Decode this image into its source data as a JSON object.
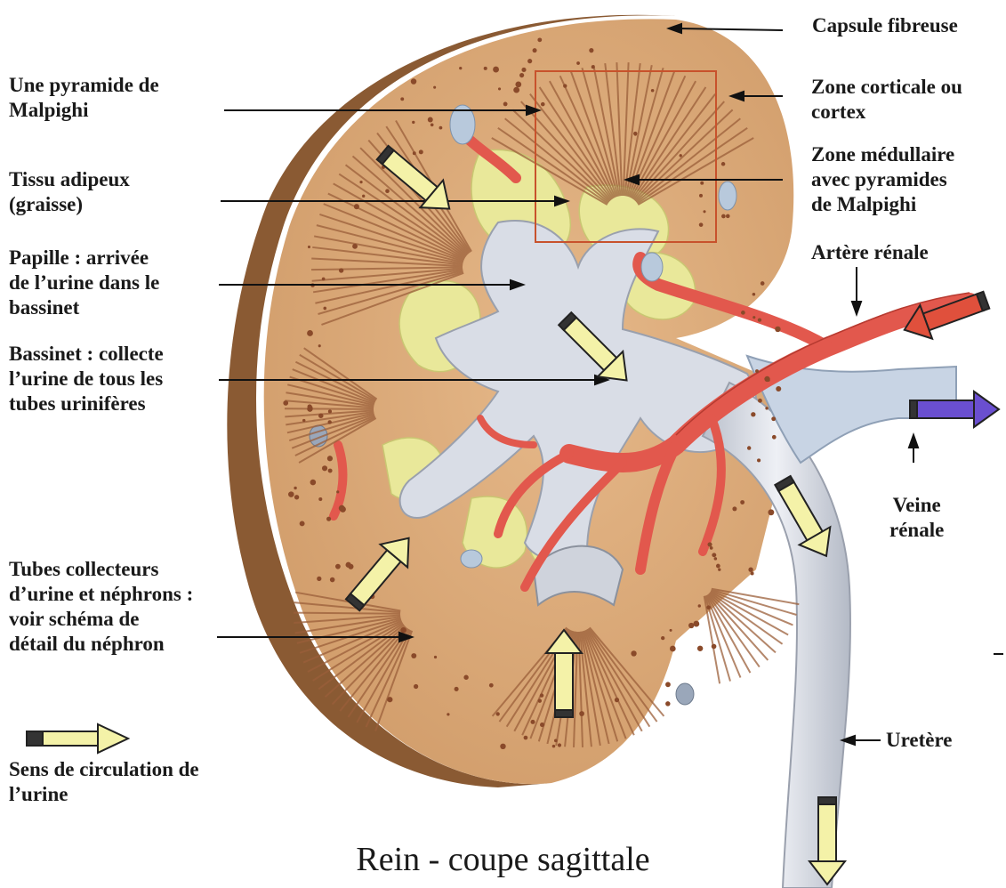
{
  "title": "Rein - coupe sagittale",
  "labels": {
    "capsule": "Capsule fibreuse",
    "pyramide": [
      "Une pyramide de",
      "Malpighi"
    ],
    "cortex": [
      "Zone corticale ou",
      "cortex"
    ],
    "tissu": [
      "Tissu adipeux",
      "(graisse)"
    ],
    "medullaire": [
      "Zone médullaire",
      "avec pyramides",
      "de Malpighi"
    ],
    "papille": [
      "Papille : arrivée",
      "de l’urine dans le",
      "bassinet"
    ],
    "artere": "Artère rénale",
    "bassinet": [
      "Bassinet : collecte",
      "l’urine de tous les",
      "tubes urinifères"
    ],
    "veine": [
      "Veine",
      "rénale"
    ],
    "tubes": [
      "Tubes collecteurs",
      "d’urine et néphrons :",
      "voir schéma de",
      "détail du néphron"
    ],
    "uretere": "Uretère",
    "legend": [
      "Sens de circulation de",
      "l’urine"
    ]
  },
  "colors": {
    "cortex": "#d9a877",
    "capsule": "#8a5a33",
    "pelvis": "#d9dde6",
    "artery": "#e2584d",
    "vein": "#c8d4e4",
    "fat": "#e9e89a",
    "flow_arrow": "#f4f2a8",
    "venous_arrow": "#6a4fd0",
    "arterial_arrow": "#e0503c",
    "zoom_box": "#c8522c"
  }
}
